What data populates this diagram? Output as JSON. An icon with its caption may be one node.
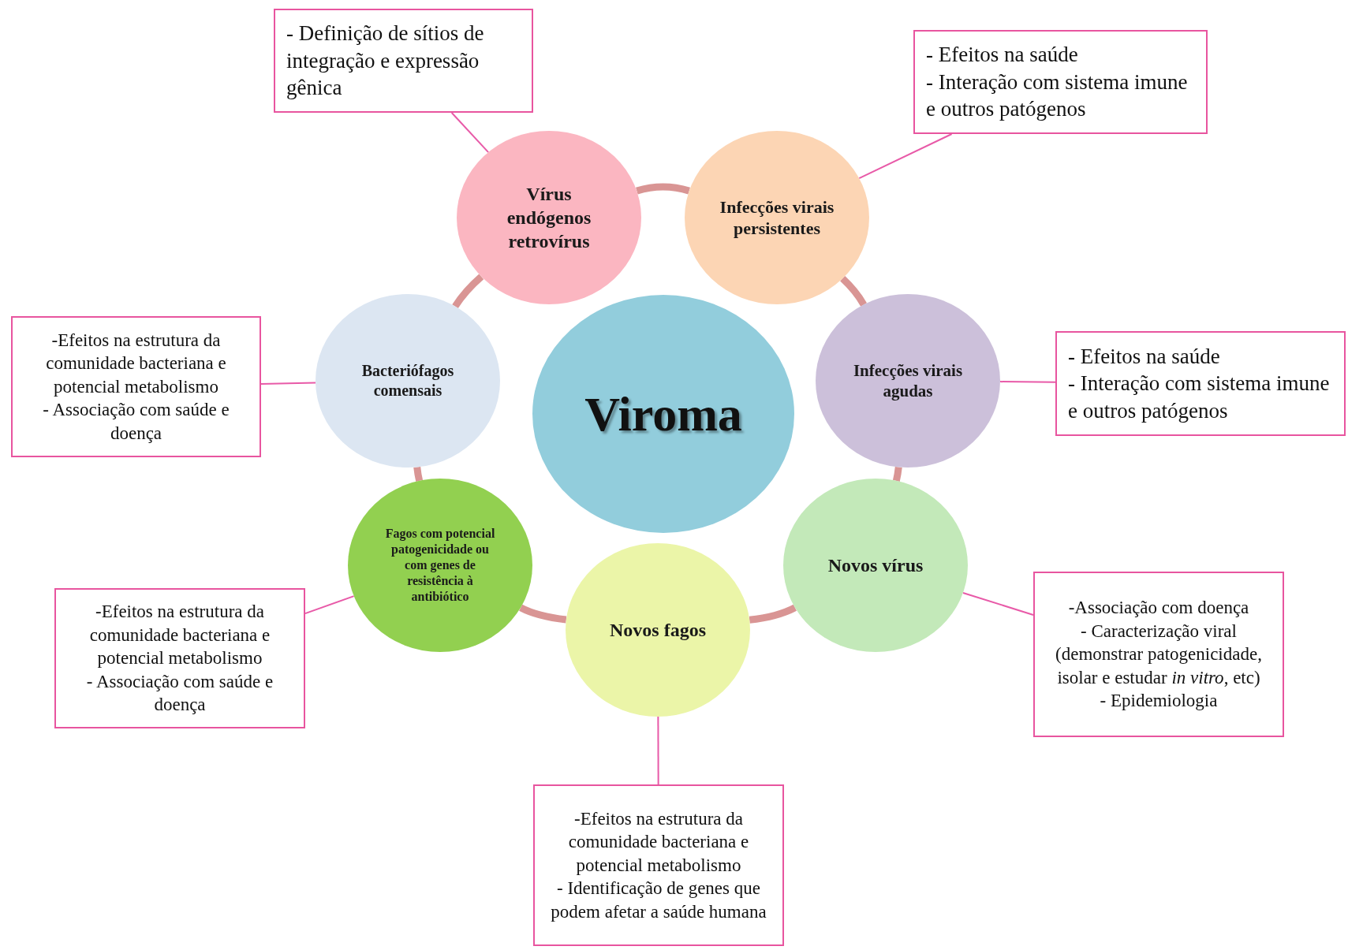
{
  "diagram": {
    "nodes": [
      {
        "text": [
          "- Definição de sítios de integração e expressão gênica"
        ]
      },
      {
        "text": [
          "- Efeitos na saúde",
          "- Interação com sistema imune e outros patógenos"
        ]
      },
      {
        "text": [
          "Vírus endógenos retrovírus"
        ]
      },
      {
        "text": [
          "Infecções virais persistentes"
        ]
      },
      {
        "text": [
          "-Efeitos na estrutura da comunidade bacteriana e potencial metabolismo",
          "- Associação com saúde e doença"
        ]
      },
      {
        "text": [
          "Bacteriófagos comensais"
        ]
      },
      {
        "text": [
          "Viroma"
        ]
      },
      {
        "text": [
          "Infecções virais agudas"
        ]
      },
      {
        "text": [
          "- Efeitos na saúde",
          "- Interação com sistema imune e outros patógenos"
        ]
      },
      {
        "text": [
          "Fagos com potencial patogenicidade ou com genes de resistência à antibiótico"
        ]
      },
      {
        "text": [
          "Novos vírus"
        ]
      },
      {
        "text": [
          "-Efeitos na estrutura da comunidade bacteriana e potencial metabolismo",
          "- Associação com saúde e doença"
        ]
      },
      {
        "text": [
          "Novos fagos"
        ]
      },
      {
        "text": [
          "-Associação com doença",
          "- Caracterização viral (demonstrar patogenicidade, isolar e estudar *in vitro*, etc)",
          "- Epidemiologia"
        ]
      },
      {
        "text": [
          "-Efeitos na estrutura da comunidade bacteriana e potencial metabolismo",
          "- Identificação de genes que podem afetar a saúde humana"
        ]
      }
    ],
    "edges": [
      {
        "from": 2,
        "to": 3,
        "arrow": "none",
        "style": "thick",
        "color": "#d99594"
      },
      {
        "from": 3,
        "to": 7,
        "arrow": "none",
        "style": "thick",
        "color": "#d99594"
      },
      {
        "from": 7,
        "to": 10,
        "arrow": "none",
        "style": "thick",
        "color": "#d99594"
      },
      {
        "from": 10,
        "to": 12,
        "arrow": "none",
        "style": "thick",
        "color": "#d99594"
      },
      {
        "from": 12,
        "to": 9,
        "arrow": "none",
        "style": "thick",
        "color": "#d99594"
      },
      {
        "from": 9,
        "to": 5,
        "arrow": "none",
        "style": "thick",
        "color": "#d99594"
      },
      {
        "from": 5,
        "to": 2,
        "arrow": "none",
        "style": "thick",
        "color": "#d99594"
      },
      {
        "from": 2,
        "to": 0,
        "arrow": "none",
        "color": "#e85aa8"
      },
      {
        "from": 3,
        "to": 1,
        "arrow": "none",
        "color": "#e85aa8"
      },
      {
        "from": 5,
        "to": 4,
        "arrow": "none",
        "color": "#e85aa8"
      },
      {
        "from": 7,
        "to": 8,
        "arrow": "none",
        "color": "#e85aa8"
      },
      {
        "from": 9,
        "to": 11,
        "arrow": "none",
        "color": "#e85aa8"
      },
      {
        "from": 10,
        "to": 13,
        "arrow": "none",
        "color": "#e85aa8"
      },
      {
        "from": 12,
        "to": 14,
        "arrow": "none",
        "color": "#e85aa8"
      }
    ]
  }
}
